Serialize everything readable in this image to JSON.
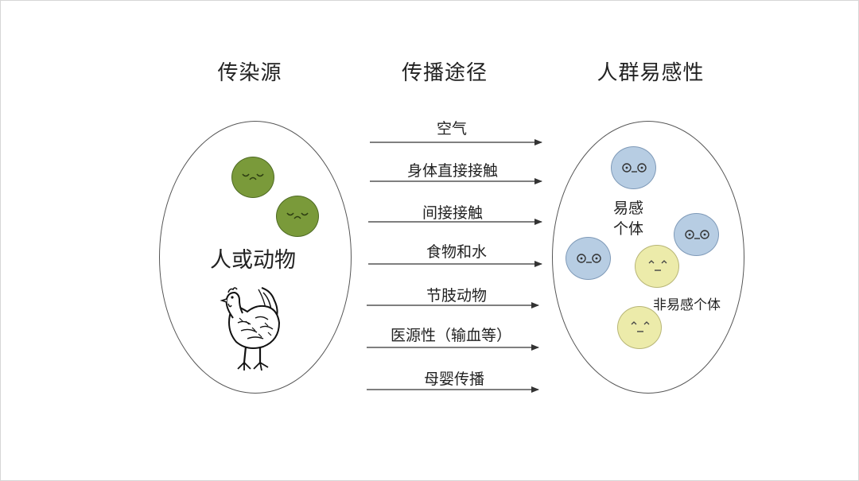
{
  "headers": {
    "source": "传染源",
    "route": "传播途径",
    "susceptible": "人群易感性"
  },
  "source_group": {
    "label": "人或动物",
    "icons": [
      "sick-face-icon",
      "sick-face-icon",
      "chicken-icon"
    ]
  },
  "routes": [
    "空气",
    "身体直接接触",
    "间接接触",
    "食物和水",
    "节肢动物",
    "医源性（输血等）",
    "母婴传播"
  ],
  "susceptible_group": {
    "susceptible_label_line1": "易感",
    "susceptible_label_line2": "个体",
    "non_susceptible_label": "非易感个体",
    "icons": [
      "susceptible-face-icon",
      "non-susceptible-face-icon"
    ]
  },
  "colors": {
    "sick_face": "#7a9a3a",
    "susceptible_face": "#b7cde3",
    "non_susceptible_face": "#ecebaa",
    "arrow": "#333333"
  }
}
